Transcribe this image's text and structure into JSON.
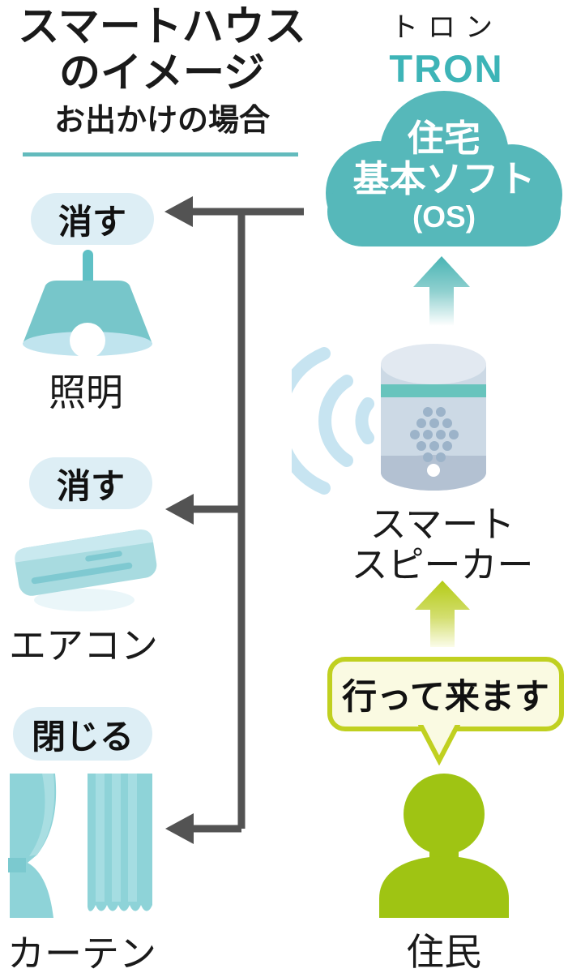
{
  "title": {
    "line1": "スマートハウス",
    "line2": "のイメージ",
    "subtitle": "お出かけの場合"
  },
  "tron": {
    "kana": "トロン",
    "latin": "TRON"
  },
  "cloud": {
    "line1": "住宅",
    "line2": "基本ソフト",
    "line3": "(OS)"
  },
  "speaker": {
    "label_line1": "スマート",
    "label_line2": "スピーカー"
  },
  "bubble": {
    "text": "行って来ます"
  },
  "resident": {
    "label": "住民"
  },
  "devices": [
    {
      "action": "消す",
      "label": "照明",
      "icon": "pendant-lamp-icon"
    },
    {
      "action": "消す",
      "label": "エアコン",
      "icon": "air-conditioner-icon"
    },
    {
      "action": "閉じる",
      "label": "カーテン",
      "icon": "curtains-icon"
    }
  ],
  "icons": {
    "cloud": "os-cloud-icon",
    "arrow_up_teal": "up-arrow-teal-icon",
    "arrow_up_green": "up-arrow-green-icon",
    "sound_waves": "sound-waves-icon",
    "smart_speaker": "smart-speaker-icon",
    "person": "resident-person-icon",
    "connectors": "command-arrows-icon"
  },
  "colors": {
    "teal_brand": "#3db4b7",
    "cloud_fill": "#56b8ba",
    "underline": "#63bbbd",
    "badge_bg": "#ddeef5",
    "device_teal": "#7cc7cc",
    "connector_gray": "#535353",
    "bubble_border": "#c0d020",
    "bubble_fill": "#fafae2",
    "person_green": "#9fc413"
  }
}
